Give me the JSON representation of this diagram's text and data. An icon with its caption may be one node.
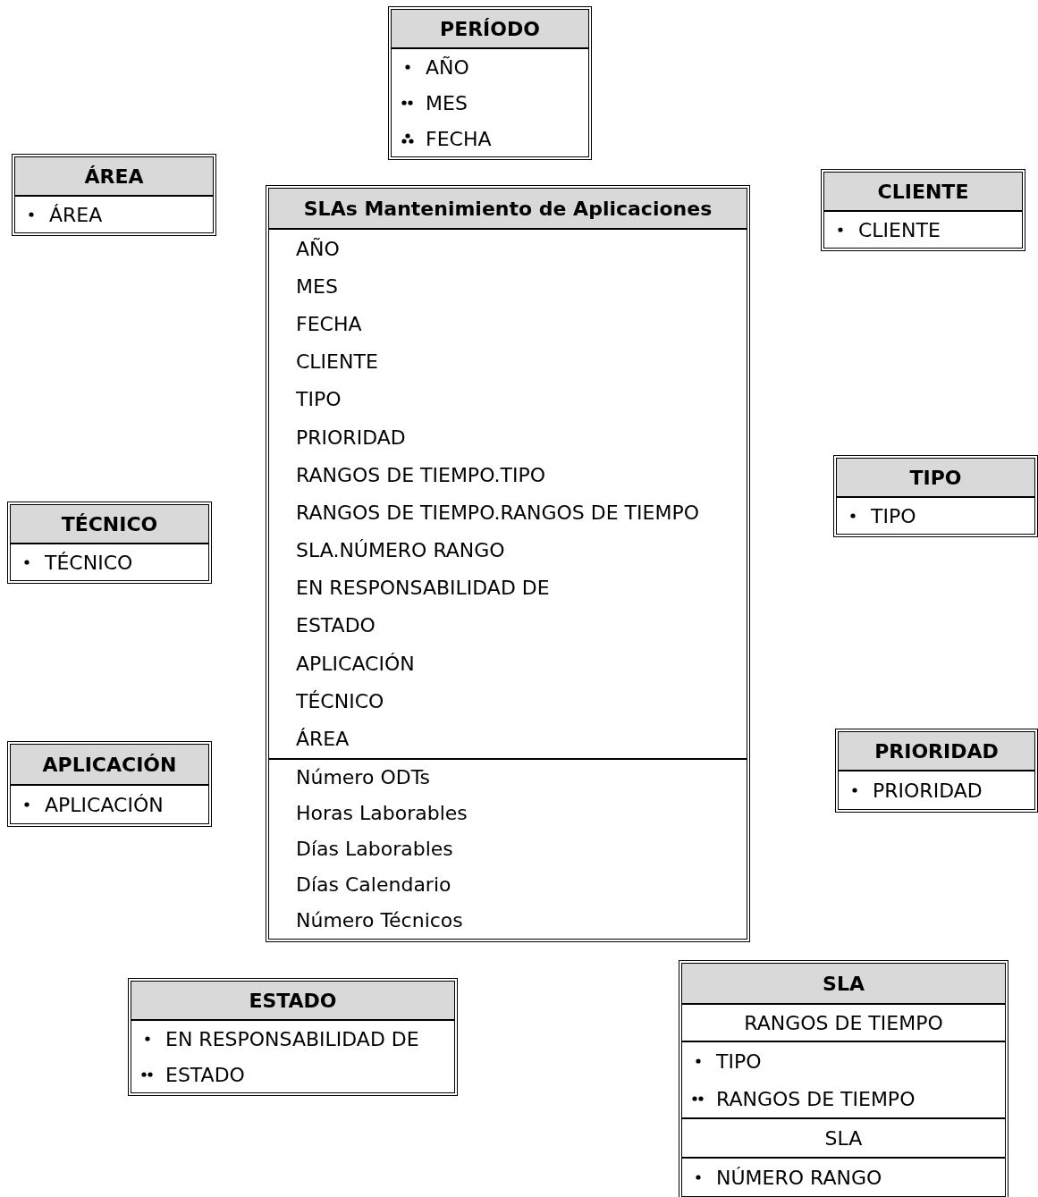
{
  "diagram": {
    "nodes": [
      {
        "text": [
          "PERÍODO",
          "AÑO",
          "MES",
          "FECHA"
        ]
      },
      {
        "text": [
          "ÁREA",
          "ÁREA"
        ]
      },
      {
        "text": [
          "CLIENTE",
          "CLIENTE"
        ]
      },
      {
        "text": [
          "SLAs Mantenimiento de Aplicaciones"
        ]
      },
      {
        "text": [
          "AÑO",
          "MES",
          "FECHA",
          "CLIENTE",
          "TIPO",
          "PRIORIDAD",
          "RANGOS DE TIEMPO.TIPO",
          "RANGOS DE TIEMPO.RANGOS DE TIEMPO",
          "SLA.NÚMERO RANGO",
          "EN RESPONSABILIDAD DE",
          "ESTADO",
          "APLICACIÓN",
          "TÉCNICO",
          "ÁREA"
        ],
        "in": 3
      },
      {
        "text": [
          "Número ODTs",
          "Horas Laborables",
          "Días Laborables",
          "Días Calendario",
          "Número Técnicos"
        ],
        "in": 3
      },
      {
        "text": [
          "TIPO",
          "TIPO"
        ]
      },
      {
        "text": [
          "TÉCNICO",
          "TÉCNICO"
        ]
      },
      {
        "text": [
          "APLICACIÓN",
          "APLICACIÓN"
        ]
      },
      {
        "text": [
          "PRIORIDAD",
          "PRIORIDAD"
        ]
      },
      {
        "text": [
          "ESTADO",
          "EN RESPONSABILIDAD DE",
          "ESTADO"
        ]
      },
      {
        "text": [
          "SLA"
        ]
      },
      {
        "text": [
          "RANGOS DE TIEMPO",
          "TIPO",
          "RANGOS DE TIEMPO"
        ],
        "in": 11
      },
      {
        "text": [
          "SLA",
          "NÚMERO RANGO"
        ],
        "in": 11
      }
    ]
  }
}
